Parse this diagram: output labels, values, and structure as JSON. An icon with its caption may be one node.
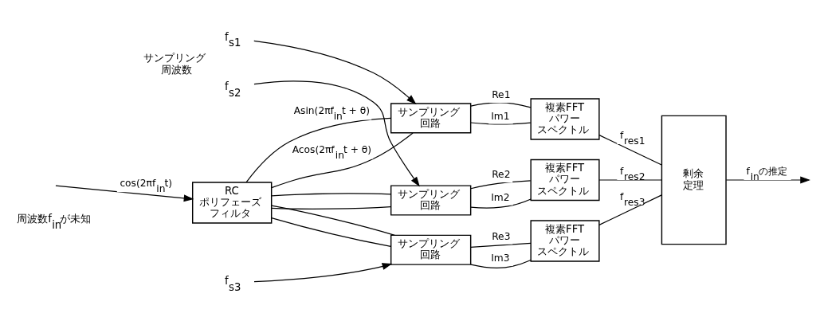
{
  "diagram": {
    "nodes": [
      {
        "text": [
          "RC ポリフェーズフィルタ"
        ]
      },
      {
        "text": [
          "サンプリング回路"
        ]
      },
      {
        "text": [
          "サンプリング回路"
        ]
      },
      {
        "text": [
          "サンプリング回路"
        ]
      },
      {
        "text": [
          "複素FFTパワースペクトル"
        ]
      },
      {
        "text": [
          "複素FFTパワースペクトル"
        ]
      },
      {
        "text": [
          "複素FFTパワースペクトル"
        ]
      },
      {
        "text": [
          "剰余定理"
        ]
      },
      {
        "text": [
          "f$_{s1}$"
        ],
        "beside": [
          "サンプリング周波数"
        ]
      },
      {
        "text": [
          "f$_{s2}$"
        ]
      },
      {
        "text": [
          "f$_{s3}$"
        ]
      }
    ],
    "edges": [
      {
        "from": null,
        "to": 0,
        "arrow": "to",
        "label": "cos(2πf$_{in}$t)"
      },
      {
        "from": 0,
        "to": 1,
        "arrow": "none",
        "label": "Acos(2πf$_{in}$t + θ)"
      },
      {
        "from": 0,
        "to": 2,
        "arrow": "none"
      },
      {
        "from": 0,
        "to": 3,
        "arrow": "none"
      },
      {
        "from": 0,
        "to": 1,
        "arrow": "none",
        "label": "Asin(2πf$_{in}$t + θ)"
      },
      {
        "from": 0,
        "to": 2,
        "arrow": "none"
      },
      {
        "from": 0,
        "to": 3,
        "arrow": "none"
      },
      {
        "from": 8,
        "to": 1,
        "arrow": "to"
      },
      {
        "from": 9,
        "to": 2,
        "arrow": "to"
      },
      {
        "from": 10,
        "to": 3,
        "arrow": "to"
      },
      {
        "from": 1,
        "to": 4,
        "arrow": "none",
        "label": "Re1"
      },
      {
        "from": 1,
        "to": 4,
        "arrow": "none",
        "label": "Im1"
      },
      {
        "from": 2,
        "to": 5,
        "arrow": "none",
        "label": "Re2"
      },
      {
        "from": 2,
        "to": 5,
        "arrow": "none",
        "label": "Im2"
      },
      {
        "from": 3,
        "to": 6,
        "arrow": "none",
        "label": "Re3"
      },
      {
        "from": 3,
        "to": 6,
        "arrow": "none",
        "label": "Im3"
      },
      {
        "from": 4,
        "to": 7,
        "arrow": "none",
        "label": "f$_{res1}$"
      },
      {
        "from": 5,
        "to": 7,
        "arrow": "none",
        "label": "f$_{res2}$"
      },
      {
        "from": 6,
        "to": 7,
        "arrow": "none",
        "label": "f$_{res3}$"
      },
      {
        "from": 7,
        "to": null,
        "arrow": "to",
        "label": "f$_{in}$の推定"
      }
    ],
    "labels": [
      "周波数f$_{in}$が未知"
    ]
  }
}
